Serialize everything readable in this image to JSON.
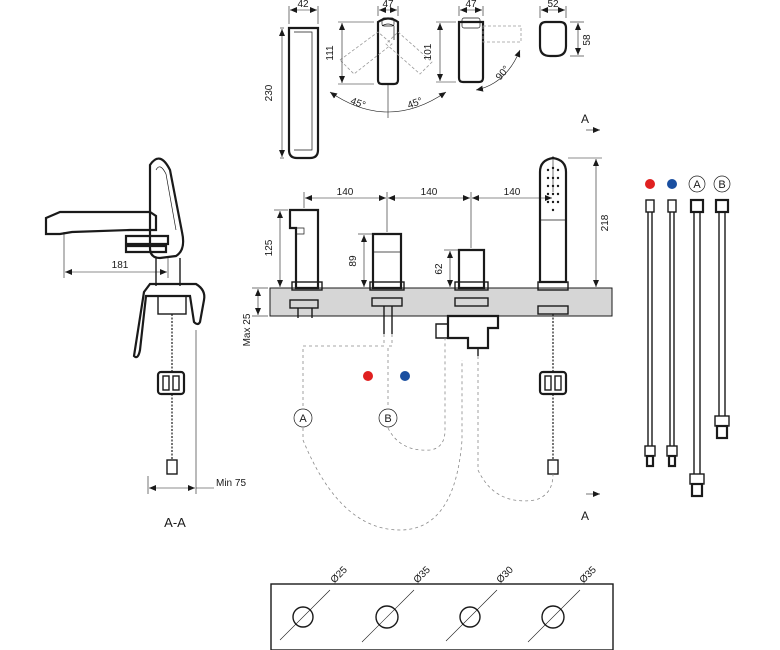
{
  "dimensions": {
    "spout_width": "42",
    "spout_height": "230",
    "lever_width": "47",
    "lever_height": "111",
    "angle_left": "45°",
    "angle_right": "45°",
    "diverter_width": "47",
    "diverter_height": "101",
    "diverter_angle": "90°",
    "knob_width": "52",
    "knob_height": "58",
    "reach": "181",
    "min_clearance": "Min 75",
    "spacing_1": "140",
    "spacing_2": "140",
    "spacing_3": "140",
    "spout_rise": "125",
    "lever_rise": "89",
    "diverter_rise": "62",
    "shower_height": "218",
    "deck_thickness": "Max 25"
  },
  "holes": [
    "Ø25",
    "Ø35",
    "Ø30",
    "Ø35"
  ],
  "section_labels": {
    "section_top": "A",
    "section_bottom": "A",
    "section_view": "A-A"
  },
  "hose_labels": {
    "a": "A",
    "b": "B"
  },
  "colors": {
    "hot": "#e02020",
    "cold": "#1a4fa0",
    "line": "#1a1a1a"
  }
}
